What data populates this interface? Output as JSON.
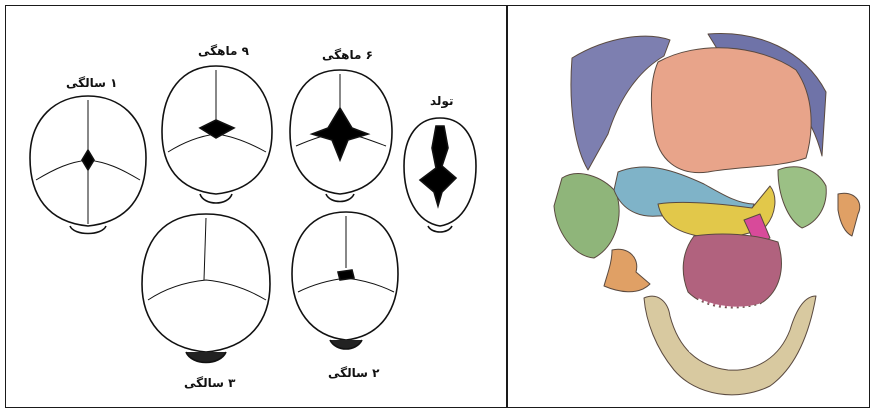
{
  "left_panel": {
    "labels": {
      "age_1_year": "۱ سالگی",
      "age_9_months": "۹ ماهگی",
      "age_6_months": "۶ ماهگی",
      "birth": "تولد",
      "age_3_years": "۳ سالگی",
      "age_2_years": "۲ سالگی"
    }
  },
  "right_panel": {
    "colors": {
      "parietal": "#7d7fb0",
      "frontal": "#e8a48a",
      "temporal": "#8fb57a",
      "sphenoid": "#7fb3c8",
      "zygomatic": "#e2c84a",
      "maxilla": "#b1627e",
      "mandible": "#d8c9a0",
      "nasal": "#d84a9a",
      "small_bone": "#e0a065"
    }
  }
}
